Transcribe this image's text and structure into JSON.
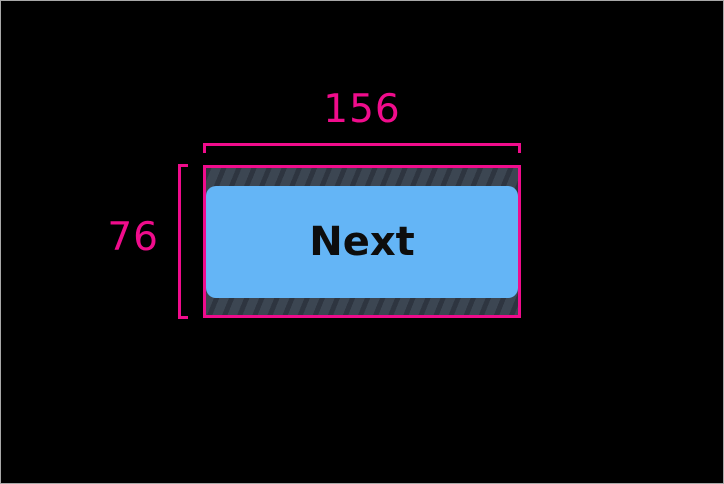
{
  "frame": {
    "background": "#000000",
    "border_color": "#a8a8a8"
  },
  "inspector": {
    "accent_color": "#f00c8c",
    "width_label": "156",
    "height_label": "76",
    "padding_base_color": "#3c4652",
    "padding_stripe_color": "#2e3540"
  },
  "button": {
    "label": "Next",
    "background_color": "#64b5f6",
    "text_color": "#0d0d0d"
  }
}
